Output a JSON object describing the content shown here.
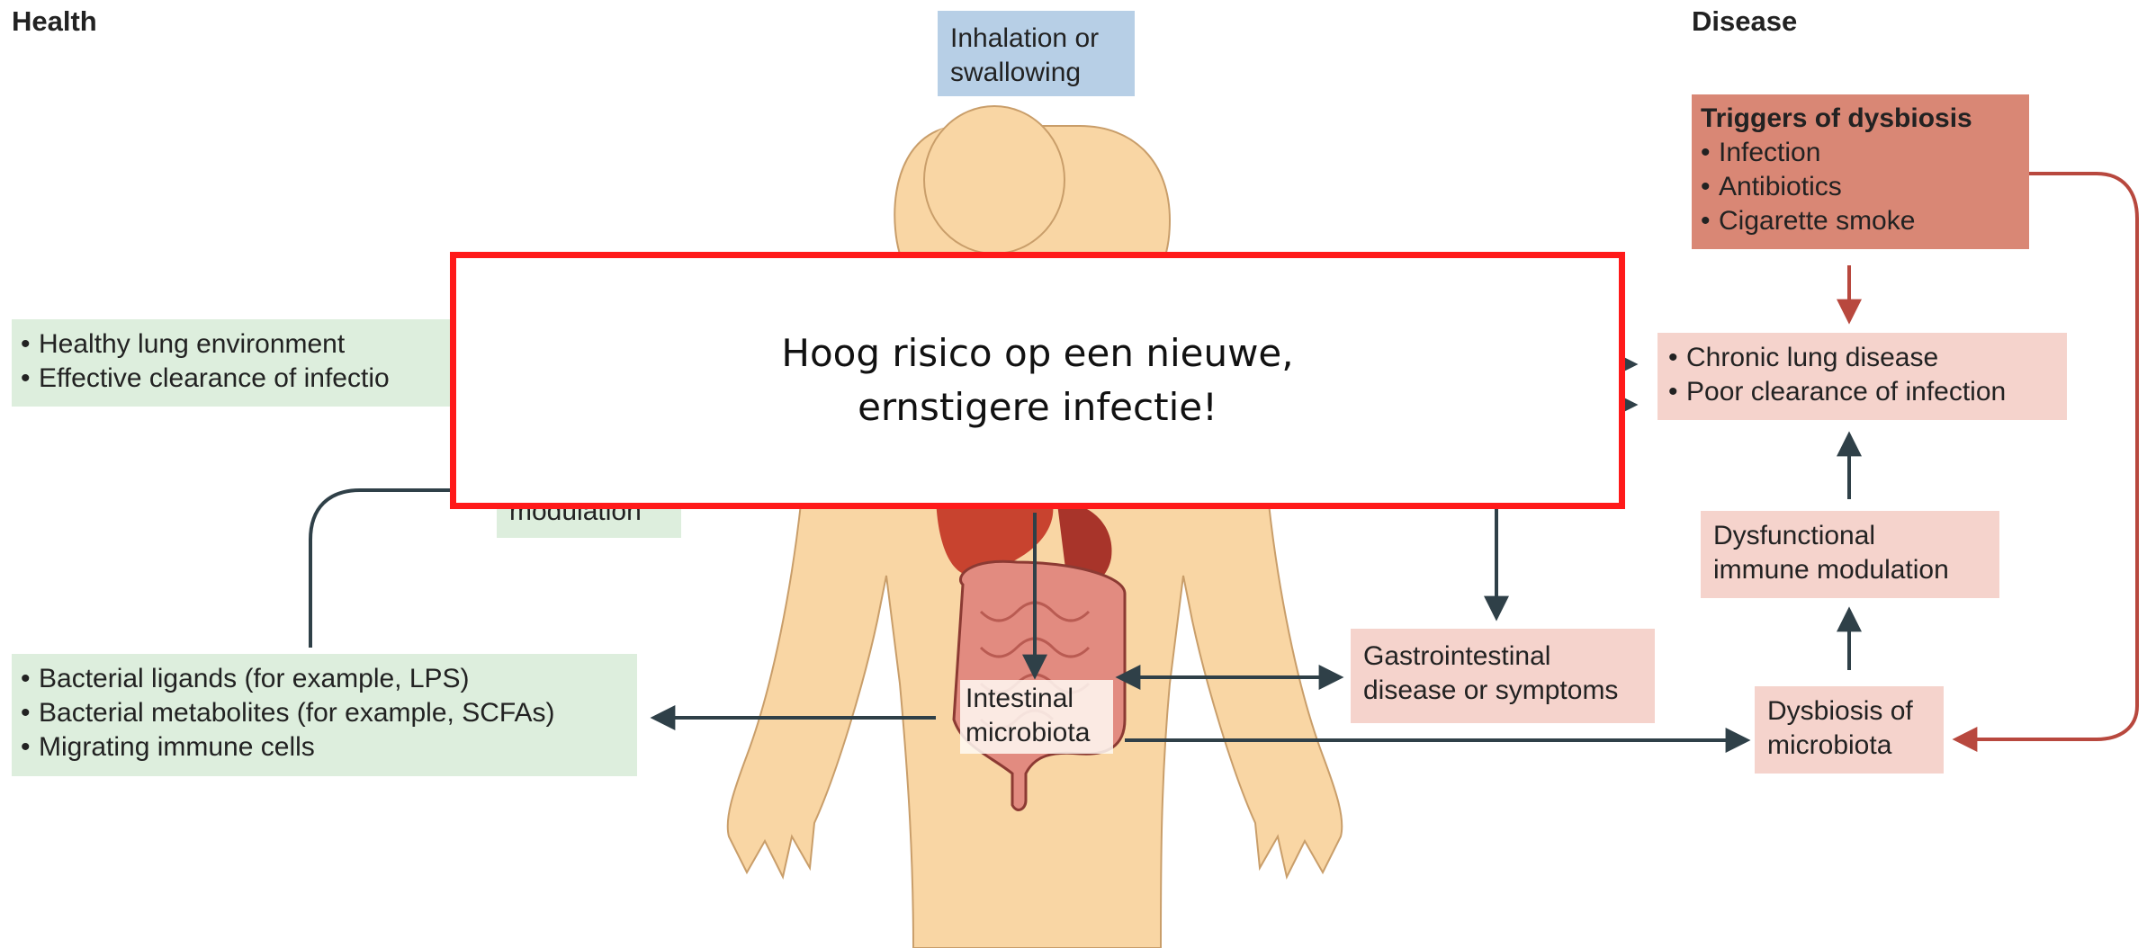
{
  "headers": {
    "health": "Health",
    "disease": "Disease"
  },
  "inhalation": {
    "line1": "Inhalation or",
    "line2": "swallowing"
  },
  "triggers": {
    "title": "Triggers of dysbiosis",
    "items": [
      "Infection",
      "Antibiotics",
      "Cigarette smoke"
    ]
  },
  "healthy_lung": {
    "items": [
      "Healthy lung environment",
      "Effective clearance of infectio"
    ]
  },
  "chronic": {
    "items": [
      "Chronic lung disease",
      "Poor clearance of infection"
    ]
  },
  "modulation_fragment": "modulation",
  "dysfunctional": {
    "line1": "Dysfunctional",
    "line2": "immune modulation"
  },
  "gastro": {
    "line1": "Gastrointestinal",
    "line2": "disease or symptoms"
  },
  "bacterial": {
    "items": [
      "Bacterial ligands (for example, LPS)",
      "Bacterial metabolites (for example, SCFAs)",
      "Migrating immune cells"
    ]
  },
  "intestinal": {
    "line1": "Intestinal",
    "line2": "microbiota"
  },
  "dysbiosis": {
    "line1": "Dysbiosis of",
    "line2": "microbiota"
  },
  "overlay": {
    "line1": "Hoog risico op een nieuwe,",
    "line2": "ernstigere infectie!"
  },
  "colors": {
    "health_box": "#ddeedd",
    "disease_box": "#f5d3cc",
    "trigger_box": "#d98775",
    "inhalation_box": "#b7cfe6",
    "skin": "#f9d6a4",
    "arrow_dark": "#2f4048",
    "arrow_red": "#b8483e",
    "overlay_border": "#ff1a1a"
  }
}
